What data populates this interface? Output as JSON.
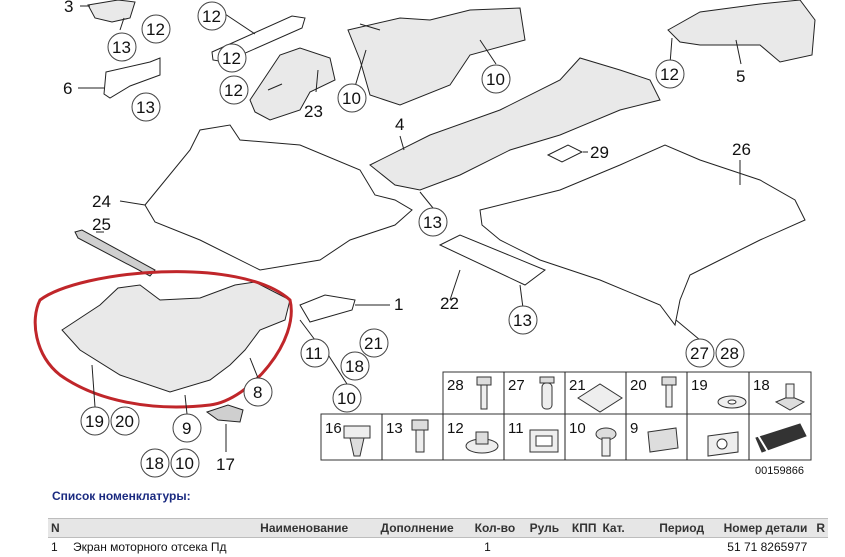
{
  "diagram": {
    "callouts": [
      {
        "id": "c3",
        "label": "3"
      },
      {
        "id": "c12a",
        "label": "12"
      },
      {
        "id": "c13a",
        "label": "13"
      },
      {
        "id": "c12b",
        "label": "12"
      },
      {
        "id": "c6",
        "label": "6"
      },
      {
        "id": "c13b",
        "label": "13"
      },
      {
        "id": "c12c",
        "label": "12"
      },
      {
        "id": "c12d",
        "label": "12"
      },
      {
        "id": "c23",
        "label": "23"
      },
      {
        "id": "c10a",
        "label": "10"
      },
      {
        "id": "c10b",
        "label": "10"
      },
      {
        "id": "c12e",
        "label": "12"
      },
      {
        "id": "c5",
        "label": "5"
      },
      {
        "id": "c4",
        "label": "4"
      },
      {
        "id": "c29",
        "label": "29"
      },
      {
        "id": "c26",
        "label": "26"
      },
      {
        "id": "c24",
        "label": "24"
      },
      {
        "id": "c25",
        "label": "25"
      },
      {
        "id": "c13c",
        "label": "13"
      },
      {
        "id": "c22",
        "label": "22"
      },
      {
        "id": "c13d",
        "label": "13"
      },
      {
        "id": "c1",
        "label": "1"
      },
      {
        "id": "c21",
        "label": "21"
      },
      {
        "id": "c11",
        "label": "11"
      },
      {
        "id": "c18a",
        "label": "18"
      },
      {
        "id": "c10c",
        "label": "10"
      },
      {
        "id": "c8",
        "label": "8"
      },
      {
        "id": "c27",
        "label": "27"
      },
      {
        "id": "c28",
        "label": "28"
      },
      {
        "id": "c19",
        "label": "19"
      },
      {
        "id": "c20",
        "label": "20"
      },
      {
        "id": "c9",
        "label": "9"
      },
      {
        "id": "c18b",
        "label": "18"
      },
      {
        "id": "c10d",
        "label": "10"
      },
      {
        "id": "c17",
        "label": "17"
      }
    ],
    "legend": [
      {
        "label": "28"
      },
      {
        "label": "27"
      },
      {
        "label": "21"
      },
      {
        "label": "20"
      },
      {
        "label": "19"
      },
      {
        "label": "18"
      },
      {
        "label": "16"
      },
      {
        "label": "13"
      },
      {
        "label": "12"
      },
      {
        "label": "11"
      },
      {
        "label": "10"
      },
      {
        "label": "9"
      },
      {
        "label": ""
      }
    ],
    "doc_number": "00159866",
    "highlight_color": "#c0262a"
  },
  "parts_list": {
    "title": "Список номенклатуры:",
    "columns": [
      "N",
      "Наименование",
      "Дополнение",
      "Кол-во",
      "Руль",
      "КПП",
      "Кат.",
      "Период",
      "Номер детали",
      "R"
    ],
    "rows": [
      {
        "n": "1",
        "name": "Экран моторного отсека Пд",
        "addition": "",
        "qty": "1",
        "wheel": "",
        "gearbox": "",
        "cat": "",
        "period": "",
        "part_number": "51 71 8265977",
        "r": ""
      }
    ]
  }
}
